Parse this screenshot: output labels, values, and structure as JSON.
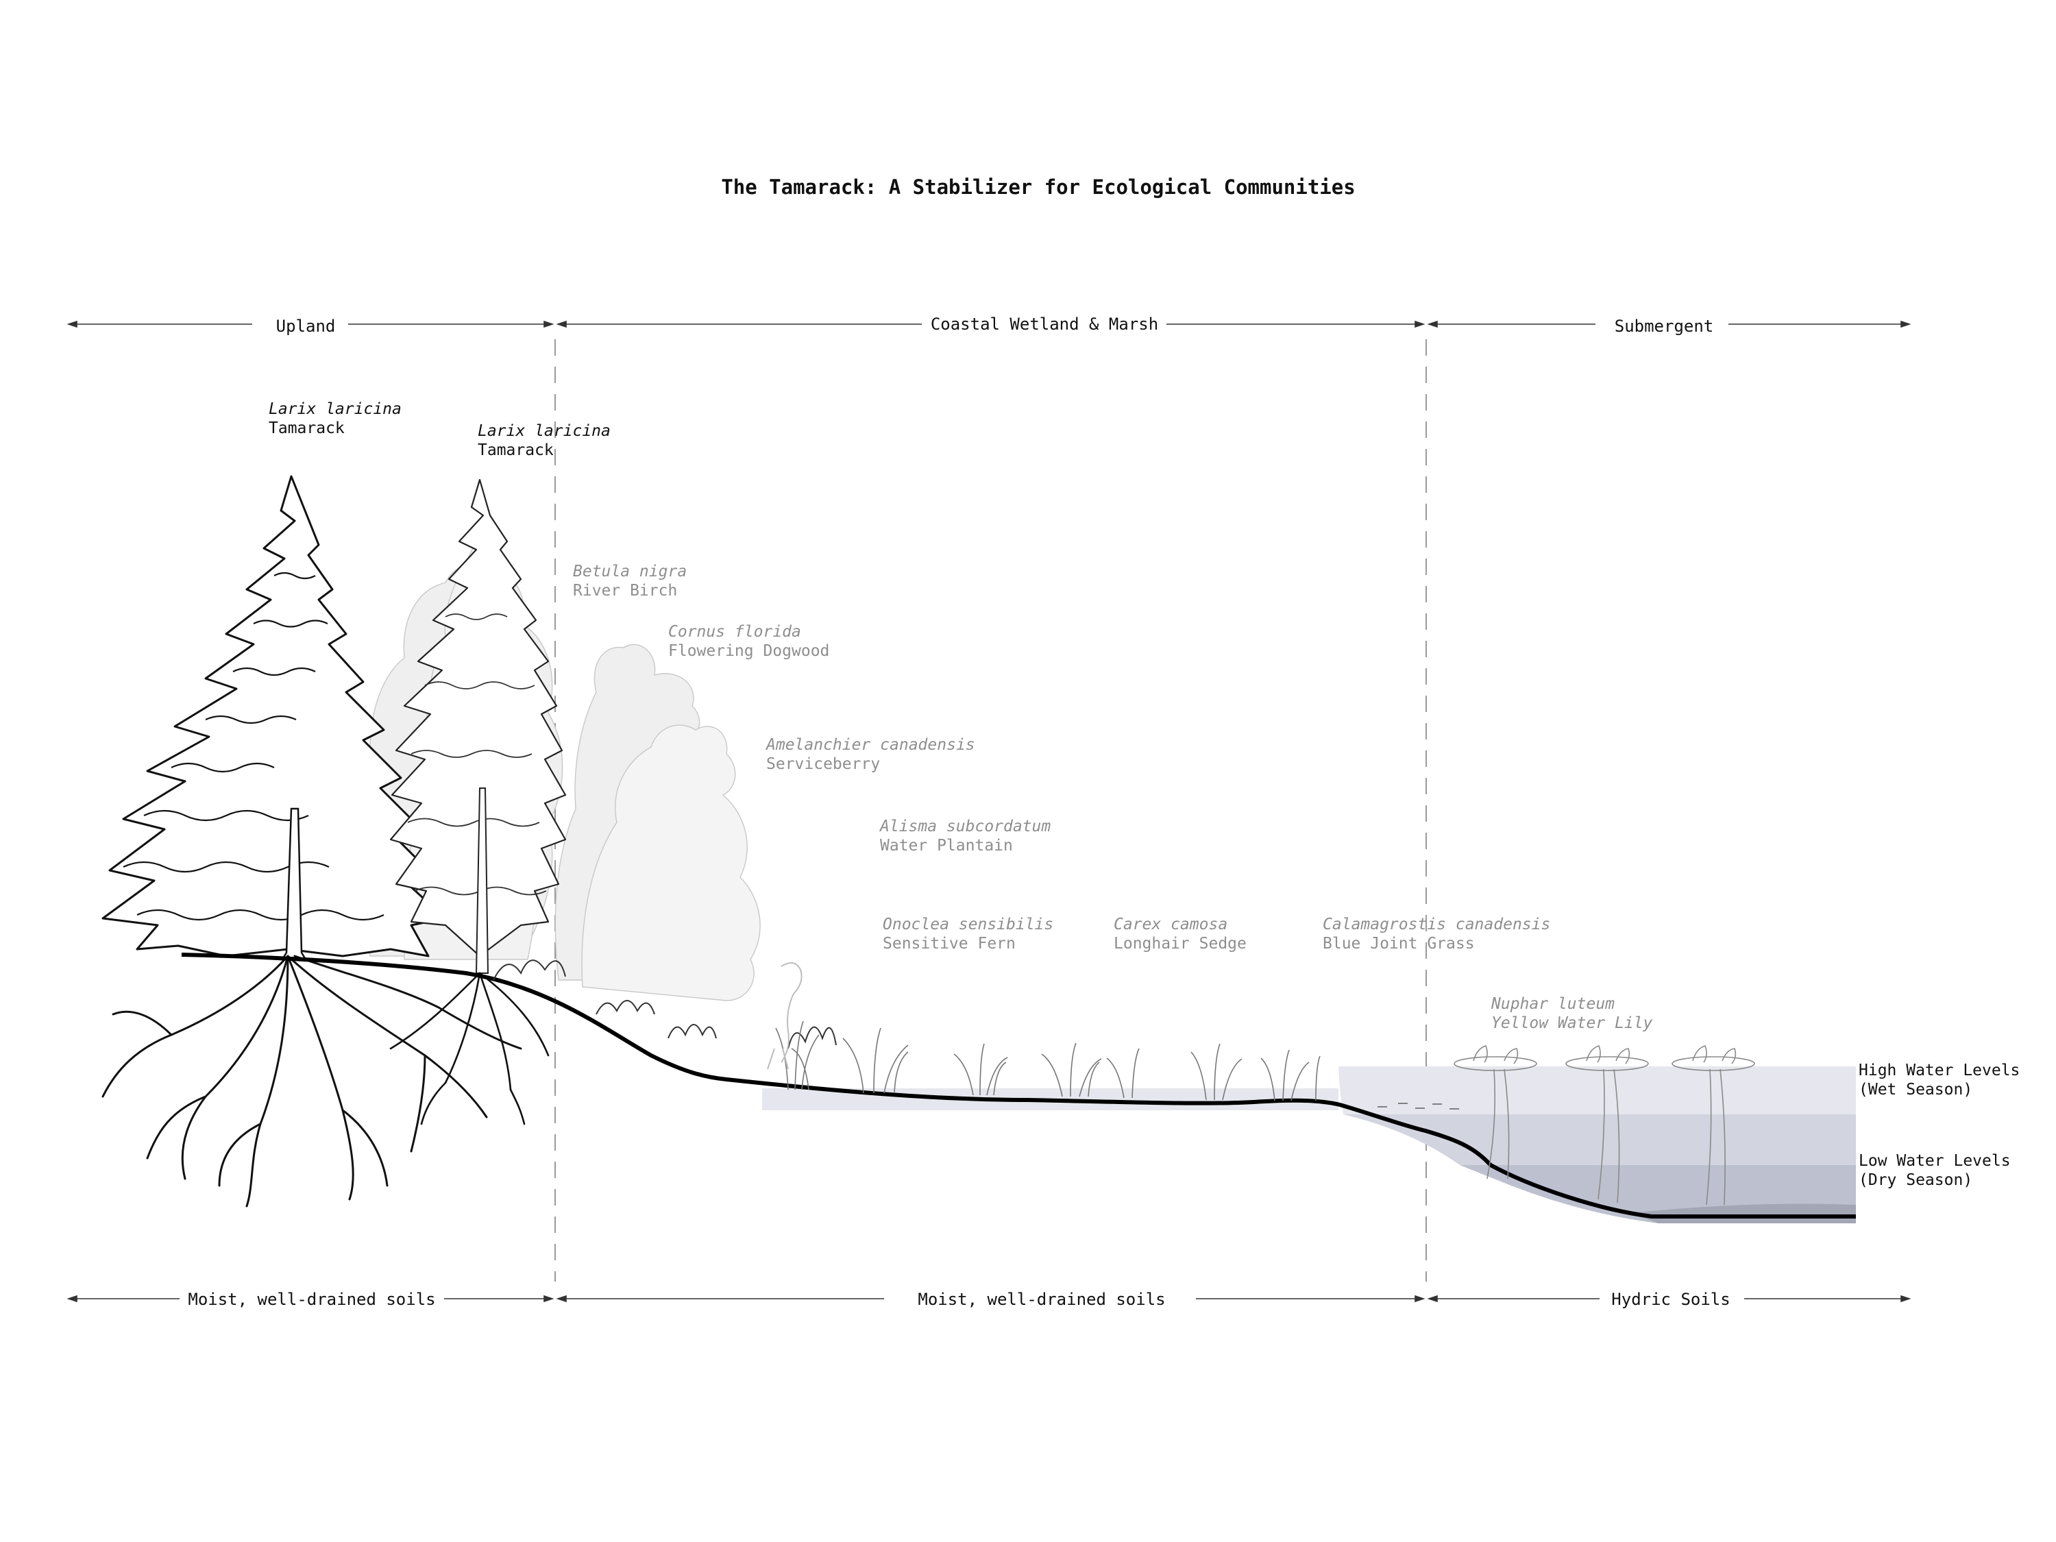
{
  "title": "The Tamarack: A Stabilizer for Ecological Communities",
  "zones_top": [
    "Upland",
    "Coastal Wetland & Marsh",
    "Submergent"
  ],
  "zones_bottom": [
    "Moist, well-drained soils",
    "Moist, well-drained soils",
    "Hydric Soils"
  ],
  "species": [
    {
      "latin": "Larix laricina",
      "common": "Tamarack",
      "emphasis": "dark"
    },
    {
      "latin": "Larix laricina",
      "common": "Tamarack",
      "emphasis": "dark"
    },
    {
      "latin": "Betula nigra",
      "common": "River Birch",
      "emphasis": "grey"
    },
    {
      "latin": "Cornus florida",
      "common": "Flowering Dogwood",
      "emphasis": "grey"
    },
    {
      "latin": "Amelanchier canadensis",
      "common": "Serviceberry",
      "emphasis": "grey"
    },
    {
      "latin": "Alisma subcordatum",
      "common": "Water Plantain",
      "emphasis": "grey"
    },
    {
      "latin": "Onoclea sensibilis",
      "common": "Sensitive Fern",
      "emphasis": "grey"
    },
    {
      "latin": "Carex camosa",
      "common": "Longhair Sedge",
      "emphasis": "grey"
    },
    {
      "latin": "Calamagrostis canadensis",
      "common": "Blue Joint Grass",
      "emphasis": "grey"
    },
    {
      "latin": "Nuphar luteum",
      "common": "Yellow Water Lily",
      "emphasis": "grey"
    }
  ],
  "water_levels": {
    "high": [
      "High Water Levels",
      "(Wet Season)"
    ],
    "low": [
      "Low Water Levels",
      "(Dry Season)"
    ]
  },
  "colors": {
    "ink": "#111111",
    "label_grey": "#8e8e8e",
    "ghost_tree_fill": "#efefef",
    "water_high": "#e6e7ee",
    "water_mid": "#d2d4df",
    "water_low": "#bdc0cf"
  }
}
